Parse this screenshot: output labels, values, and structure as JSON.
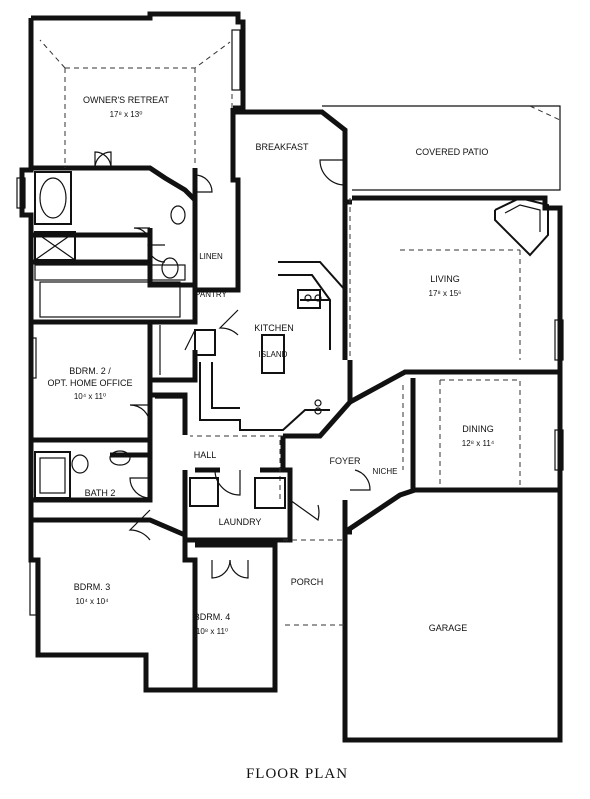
{
  "caption": "FLOOR PLAN",
  "rooms": {
    "owners_retreat": {
      "name": "OWNER'S RETREAT",
      "size": "17⁸ x 13⁰"
    },
    "breakfast": {
      "name": "BREAKFAST"
    },
    "covered_patio": {
      "name": "COVERED PATIO"
    },
    "linen": {
      "name": "LINEN"
    },
    "pantry": {
      "name": "PANTRY"
    },
    "kitchen": {
      "name": "KITCHEN"
    },
    "island": {
      "name": "ISLAND"
    },
    "living": {
      "name": "LIVING",
      "size": "17⁸ x 15⁶"
    },
    "bedroom2": {
      "name1": "BDRM. 2 /",
      "name2": "OPT. HOME OFFICE",
      "size": "10⁴ x 11⁰"
    },
    "hall": {
      "name": "HALL"
    },
    "foyer": {
      "name": "FOYER"
    },
    "niche": {
      "name": "NICHE"
    },
    "dining": {
      "name": "DINING",
      "size": "12⁸ x 11⁴"
    },
    "bath2": {
      "name": "BATH 2"
    },
    "laundry": {
      "name": "LAUNDRY"
    },
    "bedroom3": {
      "name": "BDRM. 3",
      "size": "10⁴ x 10⁴"
    },
    "porch": {
      "name": "PORCH"
    },
    "bedroom4": {
      "name": "BDRM. 4",
      "size": "10⁸ x 11⁰"
    },
    "garage": {
      "name": "GARAGE"
    }
  }
}
